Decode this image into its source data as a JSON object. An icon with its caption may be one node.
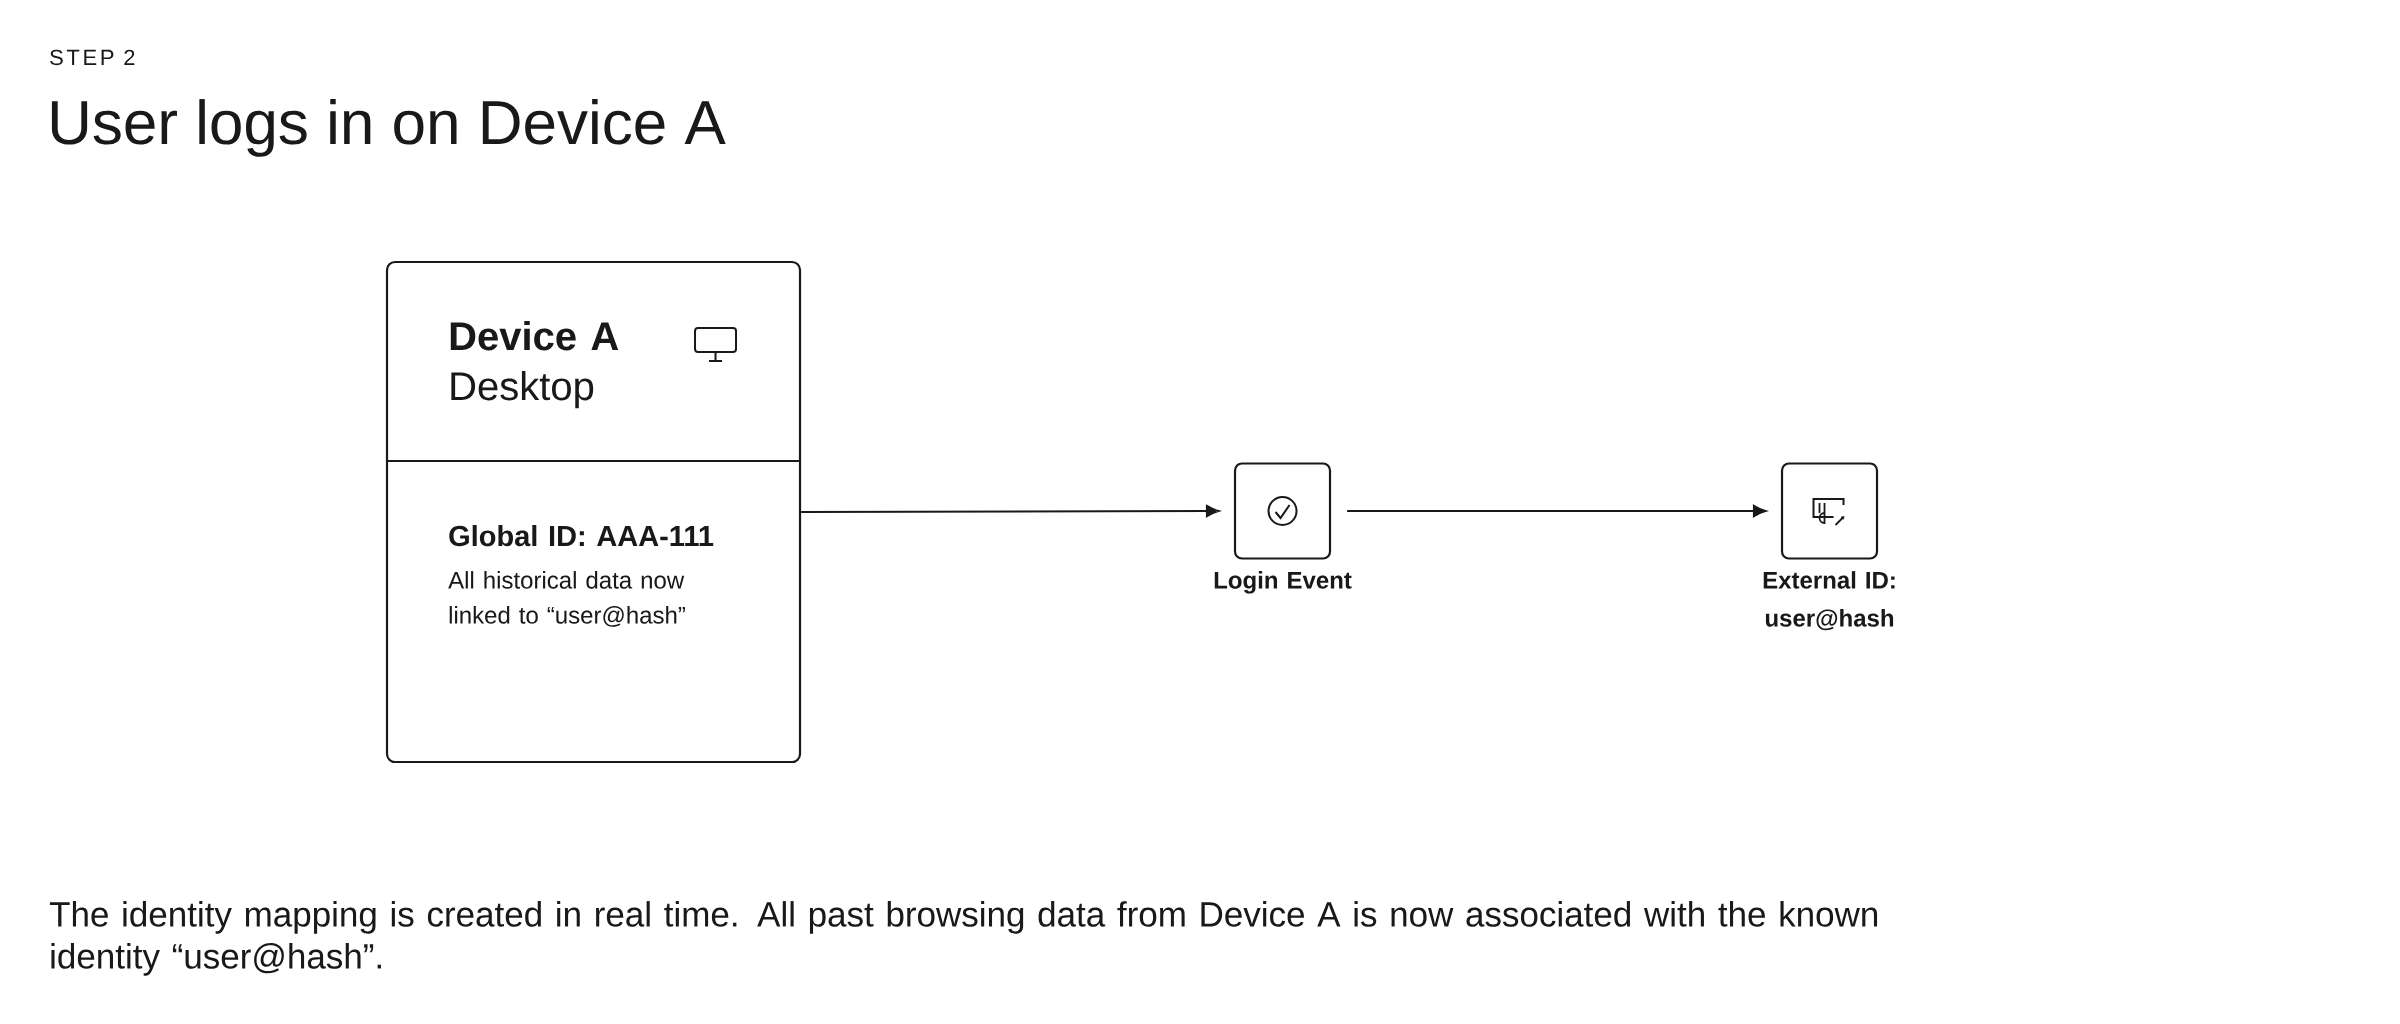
{
  "diagram": {
    "title": "User logs in on Device A",
    "caption": "The identity mapping is created in real time. All past browsing data from Device A is now associated with the known identity “user@hash”.",
    "labels": [
      "STEP 2"
    ],
    "nodes": [
      {
        "text": [
          "Device A",
          "Desktop",
          "Global ID: AAA-111",
          "All historical data now linked to “user@hash”"
        ]
      },
      {
        "text": [
          "Login Event"
        ]
      },
      {
        "text": [
          "External ID: user@hash"
        ]
      }
    ],
    "edges": [
      {
        "from": 0,
        "to": 1,
        "arrow": "to"
      },
      {
        "from": 1,
        "to": 2,
        "arrow": "to"
      }
    ]
  }
}
